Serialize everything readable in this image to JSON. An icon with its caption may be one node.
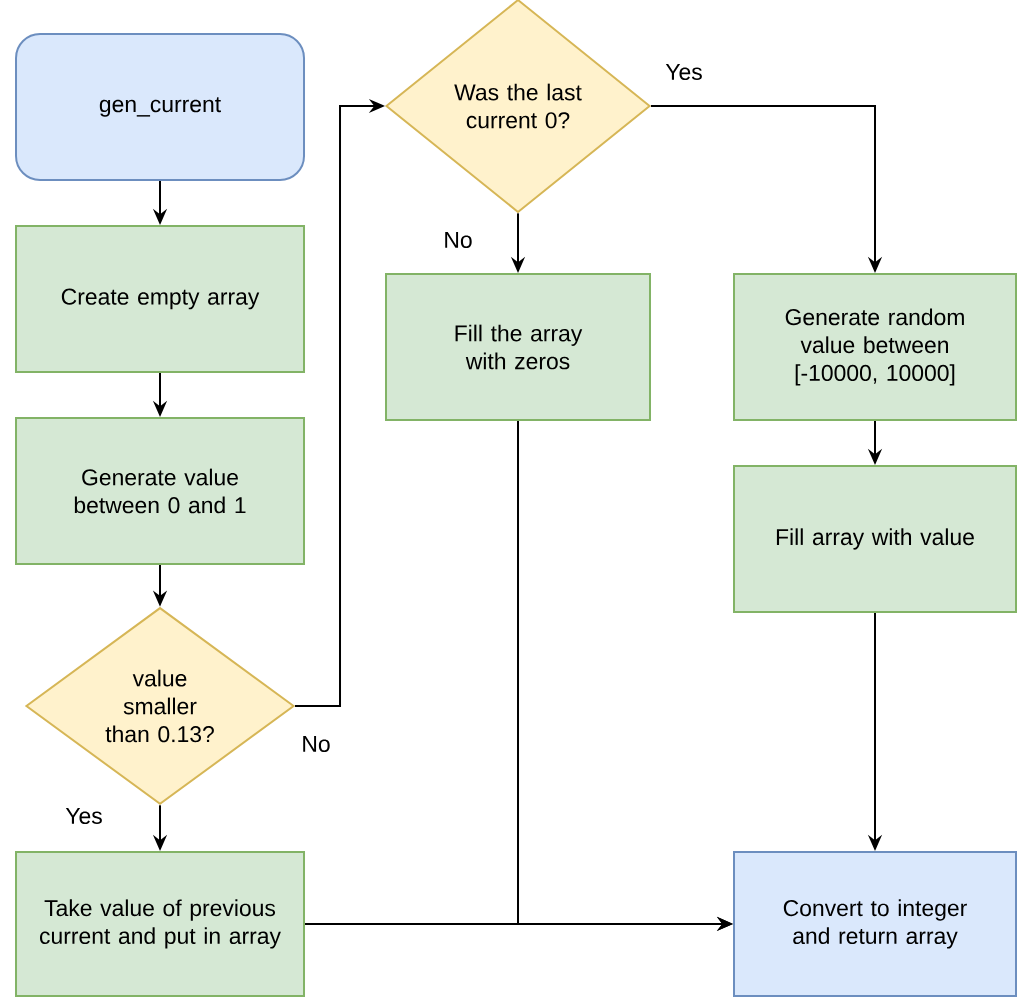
{
  "diagram": {
    "nodes": [
      {
        "text": [
          "gen_current"
        ]
      },
      {
        "text": [
          "Create empty array"
        ]
      },
      {
        "text": [
          "Generate value between 0 and 1"
        ]
      },
      {
        "text": [
          "value smaller than 0.13?"
        ]
      },
      {
        "text": [
          "Take value of previous current and put in array"
        ]
      },
      {
        "text": [
          "Was the last current 0?"
        ]
      },
      {
        "text": [
          "Fill the array with zeros"
        ]
      },
      {
        "text": [
          "Generate random value between [-10000, 10000]"
        ]
      },
      {
        "text": [
          "Fill array with value"
        ]
      },
      {
        "text": [
          "Convert to integer and return array"
        ]
      }
    ],
    "edges": [
      {
        "from": 0,
        "to": 1,
        "arrow": "to"
      },
      {
        "from": 1,
        "to": 2,
        "arrow": "to"
      },
      {
        "from": 2,
        "to": 3,
        "arrow": "to"
      },
      {
        "from": 3,
        "to": 5,
        "arrow": "to",
        "label": "No"
      },
      {
        "from": 3,
        "to": 4,
        "arrow": "to",
        "label": "Yes"
      },
      {
        "from": 5,
        "to": 6,
        "arrow": "to",
        "label": "No"
      },
      {
        "from": 5,
        "to": 7,
        "arrow": "to",
        "label": "Yes"
      },
      {
        "from": 7,
        "to": 8,
        "arrow": "to"
      },
      {
        "from": 8,
        "to": 9,
        "arrow": "to"
      },
      {
        "from": 4,
        "to": 9,
        "arrow": "to"
      },
      {
        "from": 6,
        "to": 9,
        "arrow": "to"
      }
    ]
  }
}
